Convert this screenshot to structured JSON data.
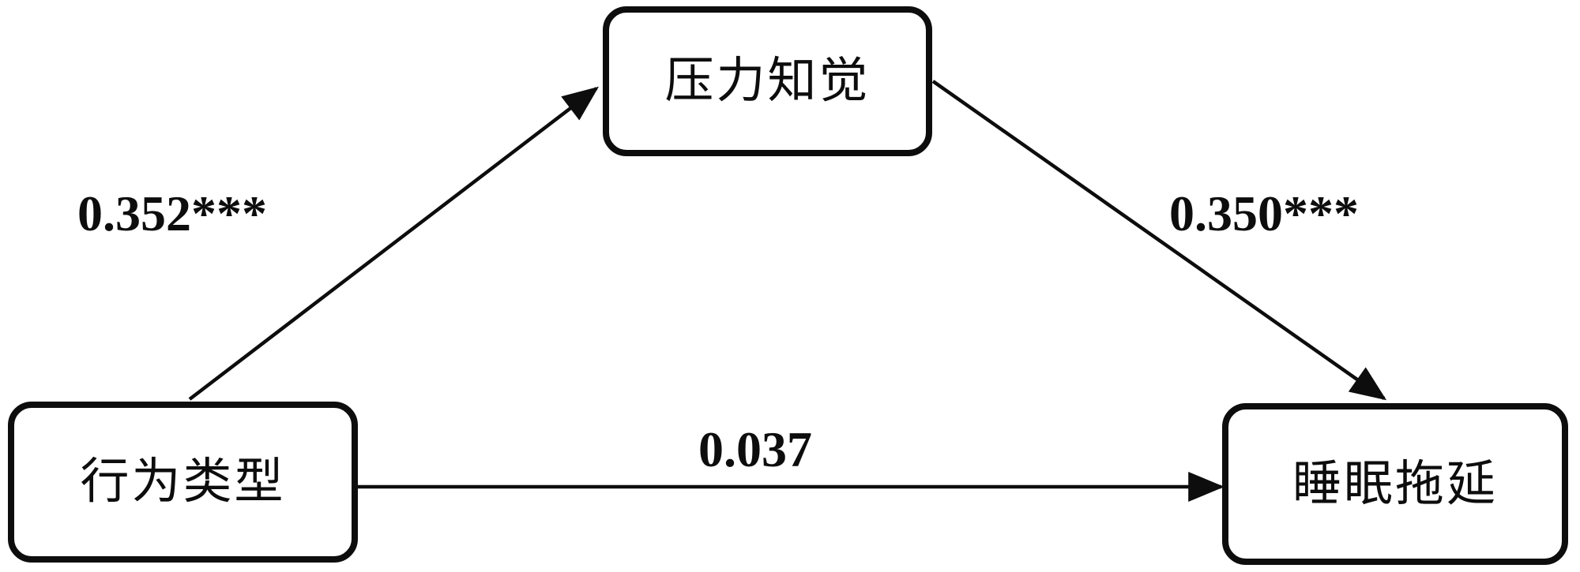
{
  "diagram": {
    "kind": "mediation-path-diagram",
    "nodes": {
      "predictor": {
        "label": "行为类型"
      },
      "mediator": {
        "label": "压力知觉"
      },
      "outcome": {
        "label": "睡眠拖延"
      }
    },
    "paths": [
      {
        "id": "a",
        "from": "predictor",
        "to": "mediator",
        "coefficient": "0.352***"
      },
      {
        "id": "b",
        "from": "mediator",
        "to": "outcome",
        "coefficient": "0.350***"
      },
      {
        "id": "c",
        "from": "predictor",
        "to": "outcome",
        "coefficient": "0.037"
      }
    ],
    "colors": {
      "background": "#ffffff",
      "box_fill": "#ffffff",
      "box_border": "#0d0d0d",
      "line": "#0d0d0d",
      "text": "#0d0d0d"
    }
  }
}
